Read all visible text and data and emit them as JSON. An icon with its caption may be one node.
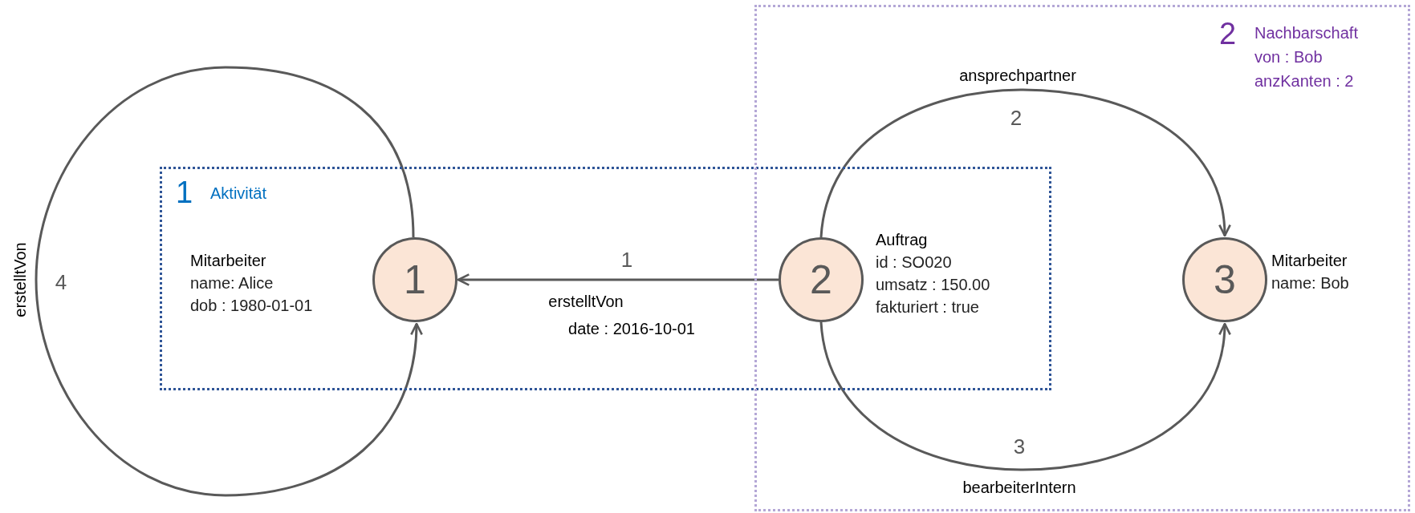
{
  "diagram": {
    "nodes": [
      {
        "text": [
          "1",
          "Aktivität"
        ]
      },
      {
        "text": [
          "2",
          "Nachbarschaft",
          "von : Bob",
          "anzKanten : 2"
        ]
      },
      {
        "text": [
          "1"
        ],
        "in": 0,
        "beside": [
          "Mitarbeiter",
          "name: Alice",
          "dob : 1980-01-01"
        ]
      },
      {
        "text": [
          "2"
        ],
        "beside": [
          "Auftrag",
          "id : SO020",
          "umsatz : 150.00",
          "fakturiert : true"
        ]
      },
      {
        "text": [
          "3"
        ],
        "in": 1,
        "beside": [
          "Mitarbeiter",
          "name: Bob"
        ]
      }
    ],
    "edges": [
      {
        "from": 3,
        "to": 2,
        "arrow": "to",
        "label": "1"
      },
      {
        "from": 3,
        "to": 4,
        "arrow": "to",
        "label": "2"
      },
      {
        "from": 3,
        "to": 4,
        "arrow": "to",
        "label": "3"
      },
      {
        "from": 2,
        "to": 2,
        "arrow": "to",
        "label": "4"
      }
    ],
    "labels": [
      "ansprechpartner",
      "erstelltVon",
      "erstelltVon",
      "date : 2016-10-01",
      "bearbeiterIntern"
    ]
  }
}
